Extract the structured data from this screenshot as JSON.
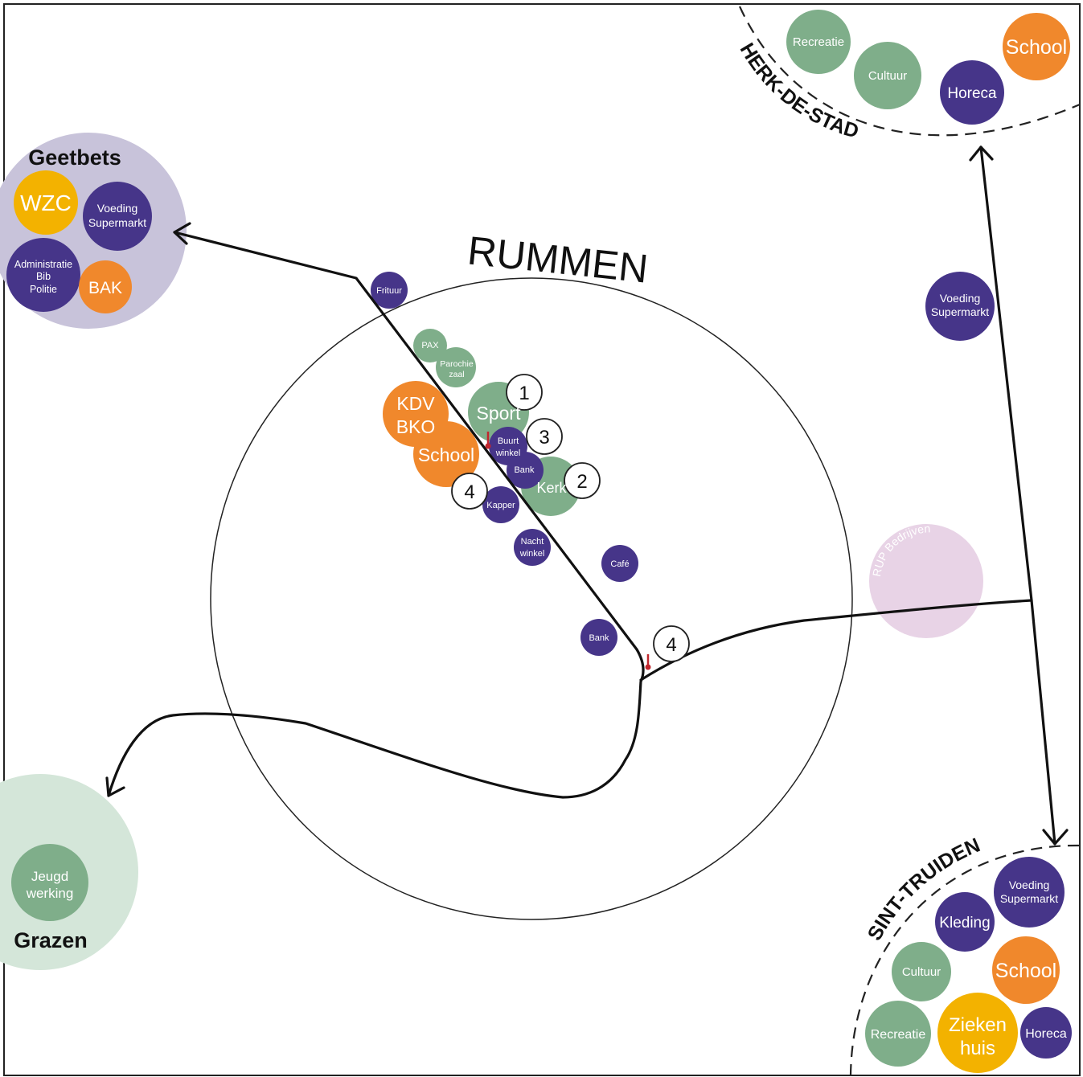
{
  "places": {
    "rummen": "RUMMEN",
    "herk": "HERK-DE-STAD",
    "sint_truiden": "SINT-TRUIDEN",
    "geetbets": "Geetbets",
    "grazen": "Grazen"
  },
  "geetbets": {
    "wzc": "WZC",
    "voeding": [
      "Voeding",
      "Supermarkt"
    ],
    "admin": [
      "Administratie",
      "Bib",
      "Politie"
    ],
    "bak": "BAK"
  },
  "herk": {
    "recreatie": "Recreatie",
    "cultuur": "Cultuur",
    "school": "School",
    "horeca": "Horeca"
  },
  "sint_truiden": {
    "voeding": [
      "Voeding",
      "Supermarkt"
    ],
    "kleding": "Kleding",
    "cultuur": "Cultuur",
    "school": "School",
    "recreatie": "Recreatie",
    "zieken": [
      "Zieken",
      "huis"
    ],
    "horeca": "Horeca"
  },
  "grazen": {
    "jeugd": [
      "Jeugd",
      "werking"
    ]
  },
  "route": {
    "voeding": [
      "Voeding",
      "Supermarkt"
    ],
    "rup": "RUP Bedrijven"
  },
  "rummen": {
    "frituur": "Frituur",
    "pax": "PAX",
    "parochie": [
      "Parochie",
      "zaal"
    ],
    "kdv": [
      "KDV",
      "BKO"
    ],
    "school": "School",
    "sport": "Sport",
    "buurt": [
      "Buurt",
      "winkel"
    ],
    "bank1": "Bank",
    "kerk": "Kerk",
    "kapper": "Kapper",
    "nacht": [
      "Nacht",
      "winkel"
    ],
    "cafe": "Café",
    "bank2": "Bank"
  },
  "markers": [
    "1",
    "2",
    "3",
    "4",
    "4"
  ],
  "colors": {
    "purple": "#463589",
    "green": "#7fae8a",
    "orange": "#f0882c",
    "yellow": "#f3b200",
    "lavender": "#c8c3da",
    "mint": "#d4e6d9",
    "pink": "#e8d3e6",
    "red": "#c1272d"
  }
}
